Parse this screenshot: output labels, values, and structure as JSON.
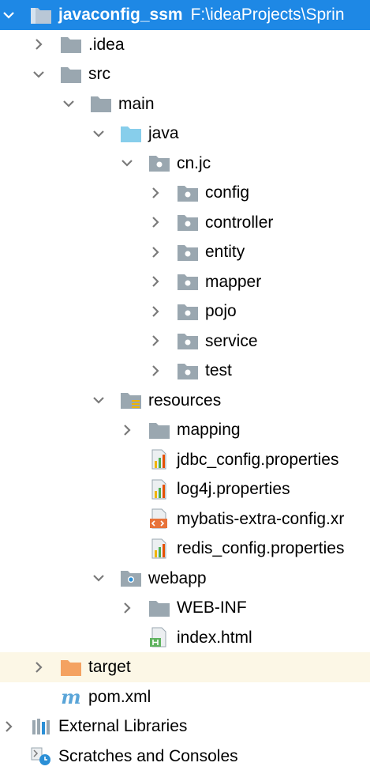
{
  "colors": {
    "selection": "#1e88e5",
    "excluded_bg": "#fcf7e6",
    "folder_gray": "#9aa7b0",
    "source_folder_blue": "#87ceeb",
    "excluded_folder_orange": "#f4a261"
  },
  "tree": {
    "root": {
      "name": "javaconfig_ssm",
      "path": "F:\\ideaProjects\\Sprin",
      "icon": "module-folder-icon",
      "expanded": true
    },
    "idea": {
      "label": ".idea",
      "icon": "folder-icon",
      "expanded": false
    },
    "src": {
      "label": "src",
      "icon": "folder-icon",
      "expanded": true
    },
    "main": {
      "label": "main",
      "icon": "folder-icon",
      "expanded": true
    },
    "java": {
      "label": "java",
      "icon": "source-folder-icon",
      "expanded": true
    },
    "cnjc": {
      "label": "cn.jc",
      "icon": "package-icon",
      "expanded": true
    },
    "packages": [
      {
        "label": "config",
        "icon": "package-icon",
        "expanded": false
      },
      {
        "label": "controller",
        "icon": "package-icon",
        "expanded": false
      },
      {
        "label": "entity",
        "icon": "package-icon",
        "expanded": false
      },
      {
        "label": "mapper",
        "icon": "package-icon",
        "expanded": false
      },
      {
        "label": "pojo",
        "icon": "package-icon",
        "expanded": false
      },
      {
        "label": "service",
        "icon": "package-icon",
        "expanded": false
      },
      {
        "label": "test",
        "icon": "package-icon",
        "expanded": false
      }
    ],
    "resources": {
      "label": "resources",
      "icon": "resources-folder-icon",
      "expanded": true
    },
    "mapping": {
      "label": "mapping",
      "icon": "folder-icon",
      "expanded": false
    },
    "resource_files": [
      {
        "label": "jdbc_config.properties",
        "icon": "properties-file-icon"
      },
      {
        "label": "log4j.properties",
        "icon": "properties-file-icon"
      },
      {
        "label": "mybatis-extra-config.xr",
        "icon": "xml-file-icon"
      },
      {
        "label": "redis_config.properties",
        "icon": "properties-file-icon"
      }
    ],
    "webapp": {
      "label": "webapp",
      "icon": "web-folder-icon",
      "expanded": true
    },
    "webinf": {
      "label": "WEB-INF",
      "icon": "folder-icon",
      "expanded": false
    },
    "index": {
      "label": "index.html",
      "icon": "html-file-icon"
    },
    "target": {
      "label": "target",
      "icon": "excluded-folder-icon",
      "expanded": false
    },
    "pom": {
      "label": "pom.xml",
      "icon": "maven-icon"
    },
    "external": {
      "label": "External Libraries",
      "icon": "libraries-icon",
      "expanded": false
    },
    "scratches": {
      "label": "Scratches and Consoles",
      "icon": "scratches-icon"
    }
  }
}
